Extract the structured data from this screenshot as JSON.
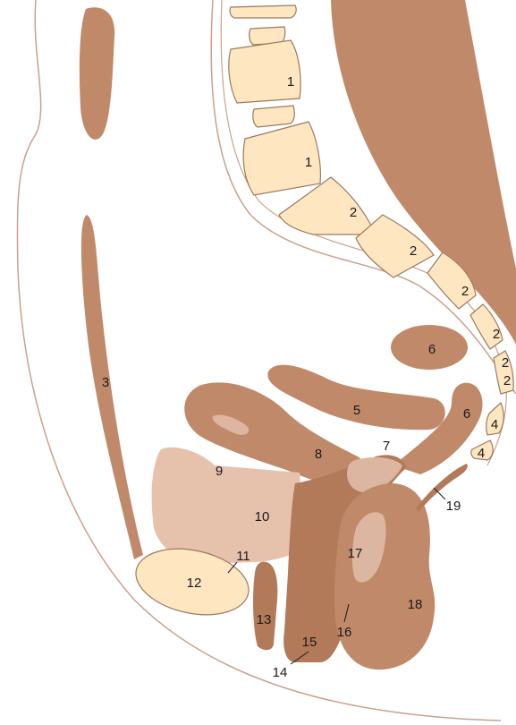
{
  "figure": {
    "colors": {
      "background": "#ffffff",
      "outline": "#c9a08c",
      "muscle": "#c08a6a",
      "organ_dark": "#b27a58",
      "organ_light": "#dcb6a0",
      "bone": "#fde6c0",
      "bone_outline": "#9a7a60",
      "text": "#1a1a1a"
    },
    "labels": {
      "l1a": "1",
      "l1b": "1",
      "l2a": "2",
      "l2b": "2",
      "l2c": "2",
      "l2d": "2",
      "l2e": "2",
      "l2f": "2",
      "l3": "3",
      "l4a": "4",
      "l4b": "4",
      "l5": "5",
      "l6a": "6",
      "l6b": "6",
      "l7": "7",
      "l8": "8",
      "l9": "9",
      "l10": "10",
      "l11": "11",
      "l12": "12",
      "l13": "13",
      "l14": "14",
      "l15": "15",
      "l16": "16",
      "l17": "17",
      "l18": "18",
      "l19": "19"
    }
  }
}
